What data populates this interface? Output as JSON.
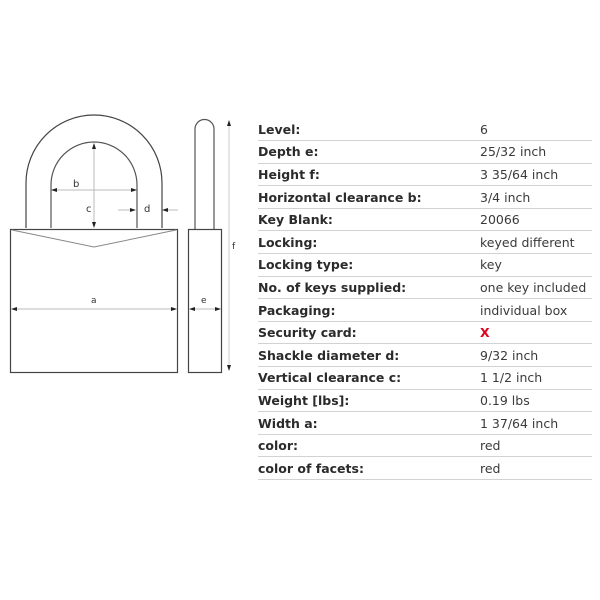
{
  "diagram": {
    "labels": {
      "a": "a",
      "b": "b",
      "c": "c",
      "d": "d",
      "e": "e",
      "f": "f"
    }
  },
  "specs": [
    {
      "label": "Level:",
      "value": "6"
    },
    {
      "label": "Depth e:",
      "value": "25/32 inch"
    },
    {
      "label": "Height f:",
      "value": "3 35/64 inch"
    },
    {
      "label": "Horizontal clearance b:",
      "value": "3/4 inch"
    },
    {
      "label": "Key Blank:",
      "value": "20066"
    },
    {
      "label": "Locking:",
      "value": "keyed different"
    },
    {
      "label": "Locking type:",
      "value": "key"
    },
    {
      "label": "No. of keys supplied:",
      "value": "one key included"
    },
    {
      "label": "Packaging:",
      "value": "individual box"
    },
    {
      "label": "Security card:",
      "value": "X"
    },
    {
      "label": "Shackle diameter d:",
      "value": "9/32 inch"
    },
    {
      "label": "Vertical clearance c:",
      "value": "1 1/2 inch"
    },
    {
      "label": "Weight [lbs]:",
      "value": "0.19 lbs"
    },
    {
      "label": "Width a:",
      "value": "1 37/64 inch"
    },
    {
      "label": "color:",
      "value": "red"
    },
    {
      "label": "color of facets:",
      "value": "red"
    }
  ],
  "colors": {
    "security_card_x": "#e2001a",
    "divider": "#d0d3d3"
  }
}
